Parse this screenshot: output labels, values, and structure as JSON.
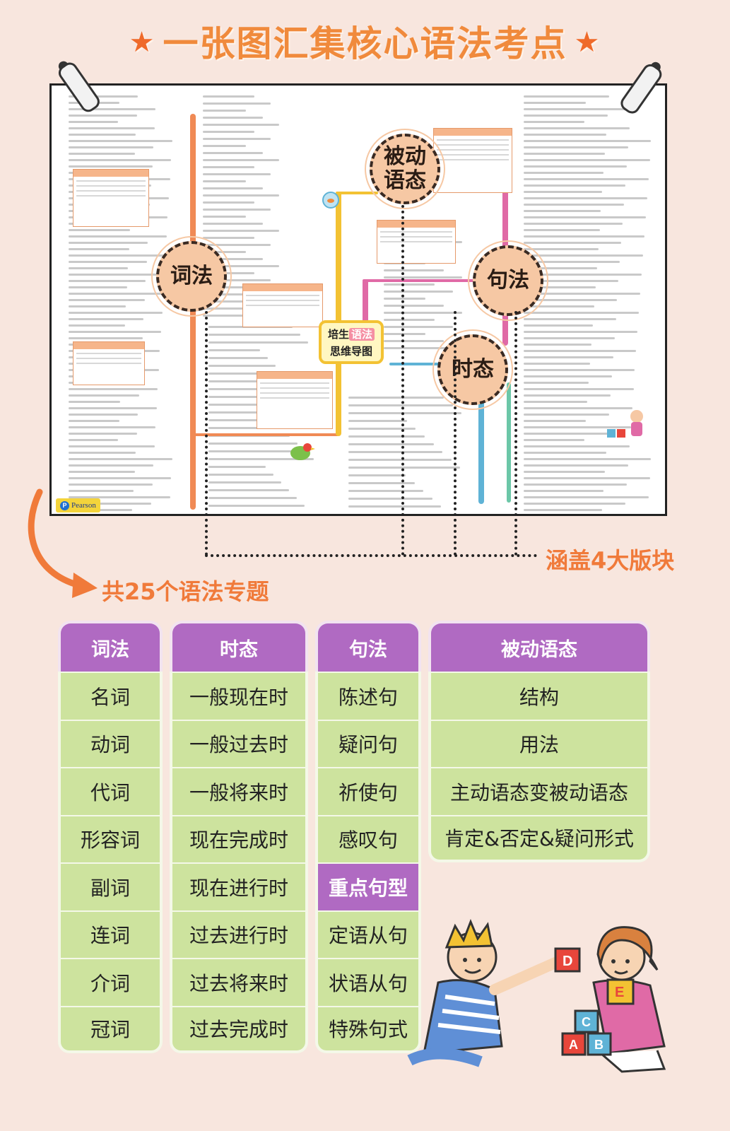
{
  "title": "一张图汇集核心语法考点",
  "poster": {
    "branches": [
      "被动语态",
      "词法",
      "句法",
      "时态"
    ],
    "center_line1": "培生",
    "center_badge": "语法",
    "center_line2": "思维导图",
    "logo": "Pearson"
  },
  "coverage_label": "涵盖4大版块",
  "topics_heading": "共25个语法专题",
  "table": {
    "columns": [
      {
        "header": "词法",
        "items": [
          "名词",
          "动词",
          "代词",
          "形容词",
          "副词",
          "连词",
          "介词",
          "冠词"
        ]
      },
      {
        "header": "时态",
        "items": [
          "一般现在时",
          "一般过去时",
          "一般将来时",
          "现在完成时",
          "现在进行时",
          "过去进行时",
          "过去将来时",
          "过去完成时"
        ]
      },
      {
        "header": "句法",
        "items": [
          "陈述句",
          "疑问句",
          "祈使句",
          "感叹句"
        ],
        "subheader": "重点句型",
        "subitems": [
          "定语从句",
          "状语从句",
          "特殊句式"
        ]
      },
      {
        "header": "被动语态",
        "items": [
          "结构",
          "用法",
          "主动语态变被动语态",
          "肯定&否定&疑问形式"
        ]
      }
    ]
  },
  "colors": {
    "background": "#f8e6de",
    "title": "#f08a3c",
    "header_purple": "#b06ac2",
    "cell_green": "#cde39e",
    "bubble": "#f6c8a4"
  },
  "icons": [
    "star-icon",
    "binder-clip-icon",
    "arrow-icon",
    "kids-playing-blocks-illustration"
  ]
}
